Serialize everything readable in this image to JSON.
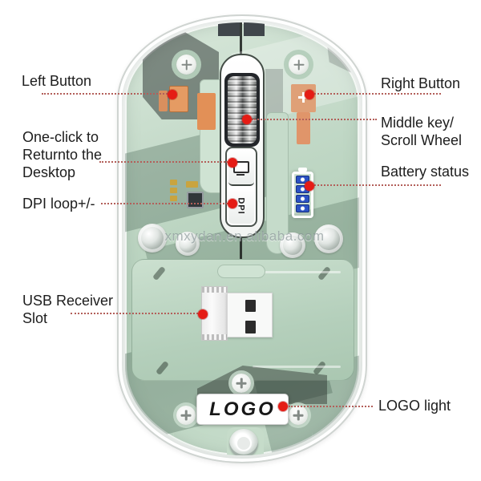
{
  "diagram": {
    "watermark": "xmxydan.en.alibaba.com",
    "logo_plate_text": "LOGO",
    "dpi_key_text": "DPI",
    "labels": {
      "left_button": "Left Button",
      "one_click_desktop": "One-click to\nReturnto the\nDesktop",
      "dpi_loop": "DPI loop+/-",
      "usb_receiver_slot": "USB Receiver\nSlot",
      "right_button": "Right Button",
      "middle_key_scroll_wheel": "Middle key/\nScroll Wheel",
      "battery_status": "Battery status",
      "logo_light": "LOGO light"
    },
    "colors": {
      "background": "#ffffff",
      "annotation_text": "#1d1d1d",
      "leader_line_red": "#b35f5a",
      "marker_dot_red": "#e51c15",
      "mouse_shell_green": "#c4dac9",
      "battery_led_blue": "#2b52c4",
      "switch_orange": "#e59b63"
    }
  }
}
